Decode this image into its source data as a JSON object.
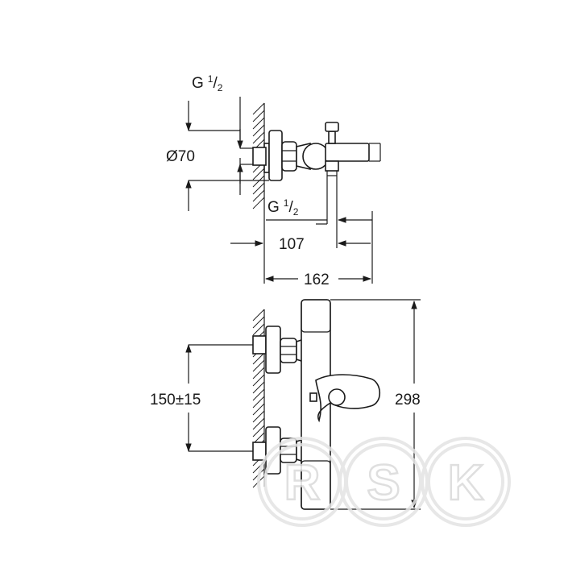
{
  "dimensions": {
    "inlet_thread_top": {
      "base": "G",
      "sup": "1",
      "sub": "2"
    },
    "inlet_diameter": "Ø70",
    "outlet_thread": {
      "base": "G",
      "sup": "1",
      "sub": "2"
    },
    "spout_depth": "107",
    "total_depth": "162",
    "centre_distance": "150±15",
    "total_width": "298"
  },
  "watermark": {
    "letters": [
      "R",
      "S",
      "K"
    ]
  },
  "colors": {
    "line": "#1a1a1a",
    "watermark": "#dadada",
    "background": "#ffffff"
  }
}
